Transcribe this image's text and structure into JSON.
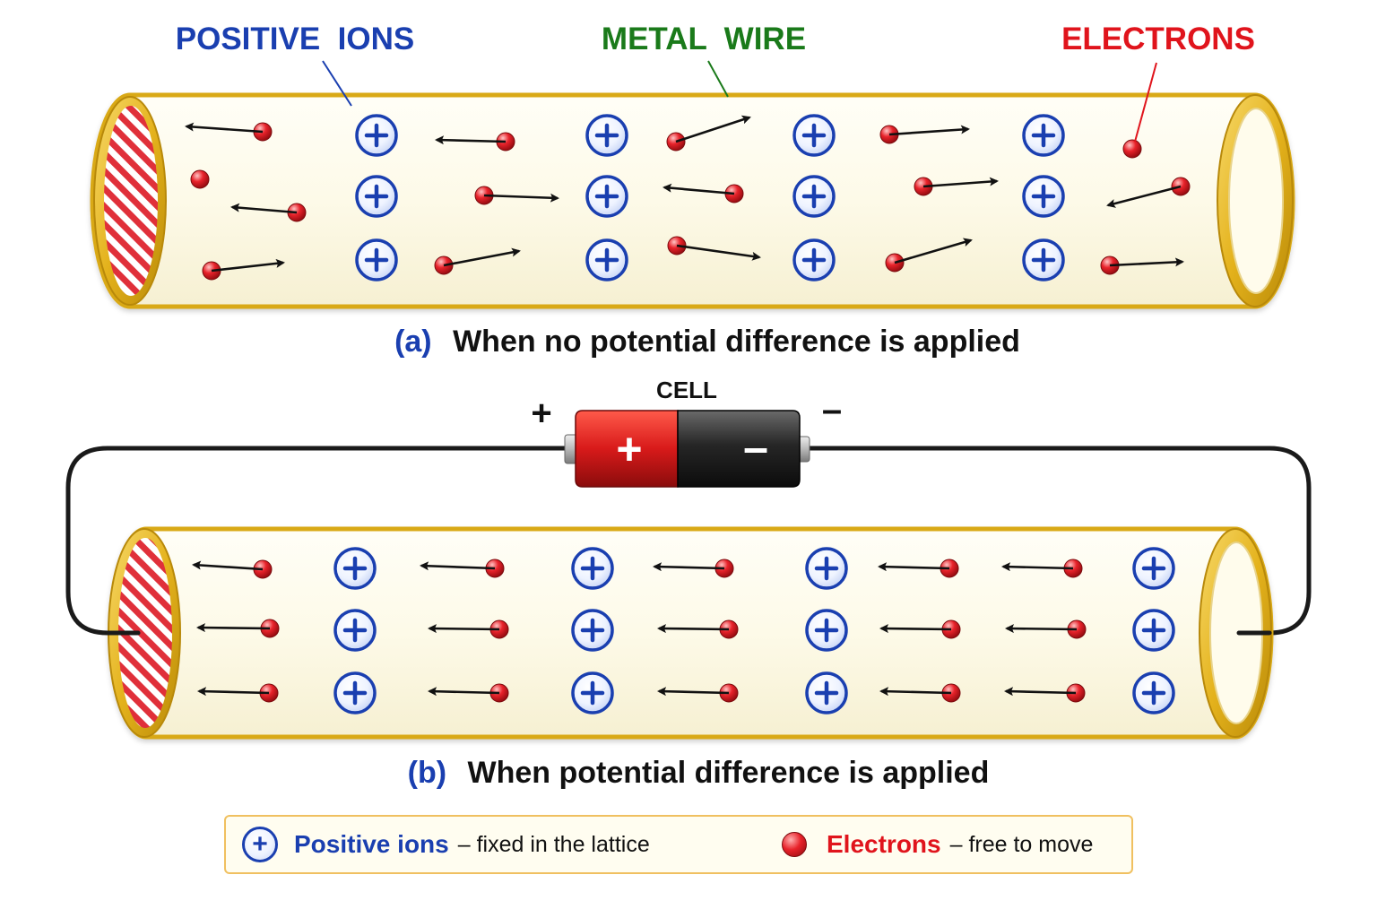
{
  "labels": {
    "positive_ions": "POSITIVE  IONS",
    "metal_wire": "METAL  WIRE",
    "electrons": "ELECTRONS",
    "cell": "CELL",
    "plus_terminal": "+",
    "minus_terminal": "–",
    "battery_plus": "+",
    "battery_minus": "–"
  },
  "captions": {
    "a_letter": "(a)",
    "a_text": "When no potential difference is applied",
    "b_letter": "(b)",
    "b_text": "When potential difference is applied"
  },
  "legend": {
    "ion_symbol": "+",
    "ion_title": "Positive ions",
    "ion_desc": "– fixed in the lattice",
    "electron_title": "Electrons",
    "electron_desc": "– free to move"
  },
  "colors": {
    "ion_blue": "#1a3fb0",
    "label_blue": "#1a3fb0",
    "label_green": "#1a7a1a",
    "label_red": "#e0141c",
    "electron_red": "#e8222a",
    "wire_gold": "#e8b820",
    "wire_fill": "#fffdf0",
    "battery_red": "#d81a1a",
    "battery_black": "#222222",
    "hatch_red": "#e0303a"
  },
  "icons": [
    "positive-ion-icon",
    "electron-icon",
    "velocity-arrow-icon",
    "battery-icon"
  ]
}
